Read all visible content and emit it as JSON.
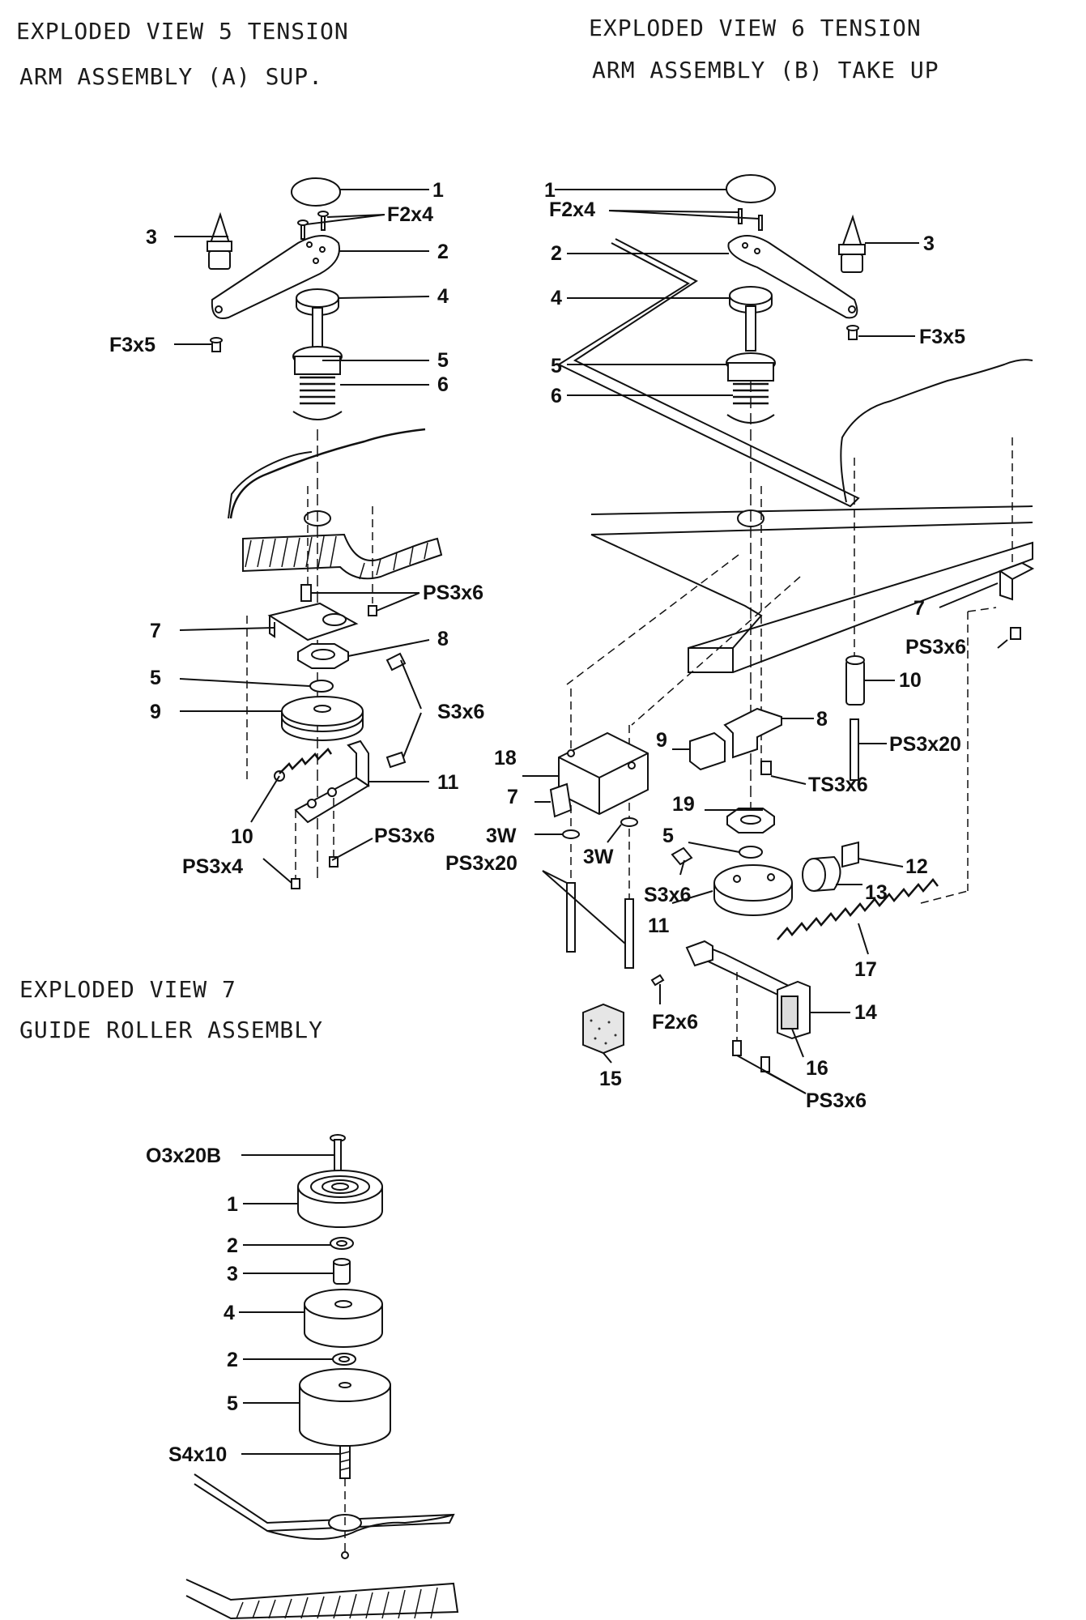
{
  "views": [
    {
      "title_line1": "EXPLODED VIEW 5 TENSION",
      "title_line2": "ARM ASSEMBLY (A) SUP.",
      "callouts": {
        "c1": "1",
        "c_f2x4": "F2x4",
        "c2": "2",
        "c3": "3",
        "c4": "4",
        "c_f3x5": "F3x5",
        "c5": "5",
        "c6": "6",
        "c_ps3x6_top": "PS3x6",
        "c7": "7",
        "c8": "8",
        "c5b": "5",
        "c9": "9",
        "c_s3x6": "S3x6",
        "c11": "11",
        "c10": "10",
        "c_ps3x6_bot": "PS3x6",
        "c_ps3x4": "PS3x4"
      }
    },
    {
      "title_line1": "EXPLODED VIEW 6 TENSION",
      "title_line2": "ARM ASSEMBLY (B) TAKE UP",
      "callouts": {
        "c1": "1",
        "c_f2x4": "F2x4",
        "c2": "2",
        "c3": "3",
        "c4": "4",
        "c_f3x5": "F3x5",
        "c5": "5",
        "c6": "6",
        "c7a": "7",
        "c_ps3x6_a": "PS3x6",
        "c10": "10",
        "c8": "8",
        "c9": "9",
        "c_ps3x20_a": "PS3x20",
        "c18": "18",
        "c7b": "7",
        "c_ts3x6": "TS3x6",
        "c19": "19",
        "c3w_a": "3W",
        "c3w_b": "3W",
        "c5b": "5",
        "c_ps3x20_b": "PS3x20",
        "c12": "12",
        "c13": "13",
        "c_s3x6": "S3x6",
        "c11": "11",
        "c17": "17",
        "c14": "14",
        "c_f2x6": "F2x6",
        "c16": "16",
        "c15": "15",
        "c_ps3x6_b": "PS3x6"
      }
    },
    {
      "title_line1": "EXPLODED VIEW 7",
      "title_line2": "GUIDE ROLLER ASSEMBLY",
      "callouts": {
        "c_o3x20b": "O3x20B",
        "c1": "1",
        "c2a": "2",
        "c3": "3",
        "c4": "4",
        "c2b": "2",
        "c5": "5",
        "c_s4x10": "S4x10"
      }
    }
  ]
}
